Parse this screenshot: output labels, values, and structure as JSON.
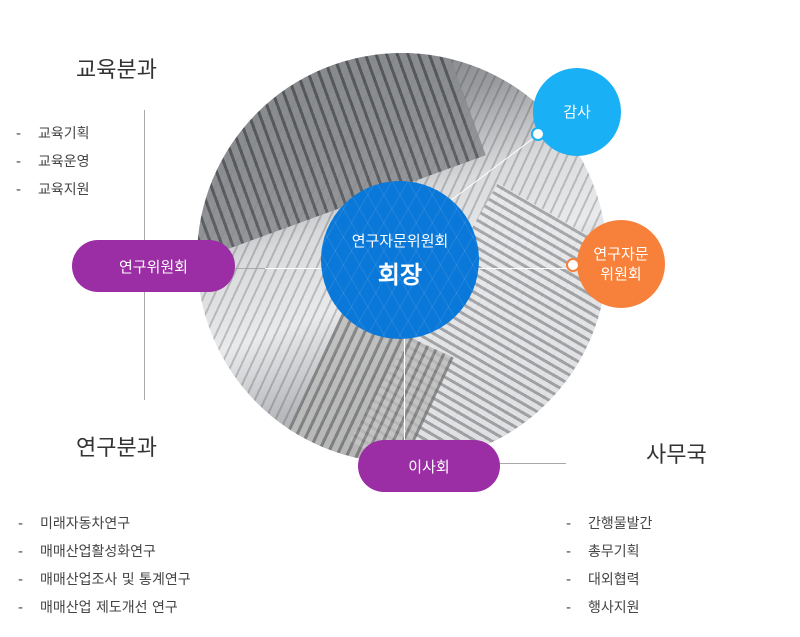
{
  "center": {
    "line1": "연구자문위원회",
    "line2": "회장"
  },
  "nodes": {
    "research_committee": "연구위원회",
    "board": "이사회",
    "audit": "감사",
    "advisory": "연구자문\n위원회",
    "advisory_l1": "연구자문",
    "advisory_l2": "위원회"
  },
  "colors": {
    "center": "#0a78d8",
    "pill": "#9b2ea4",
    "audit": "#1ab0f5",
    "advisory": "#f7813a"
  },
  "education": {
    "title": "교육분과",
    "items": [
      "교육기획",
      "교육운영",
      "교육지원"
    ]
  },
  "research": {
    "title": "연구분과",
    "items": [
      "미래자동차연구",
      "매매산업활성화연구",
      "매매산업조사 및 통계연구",
      "매매산업 제도개선 연구"
    ]
  },
  "office": {
    "title": "사무국",
    "items": [
      "간행물발간",
      "총무기획",
      "대외협력",
      "행사지원"
    ]
  },
  "dash": "-"
}
